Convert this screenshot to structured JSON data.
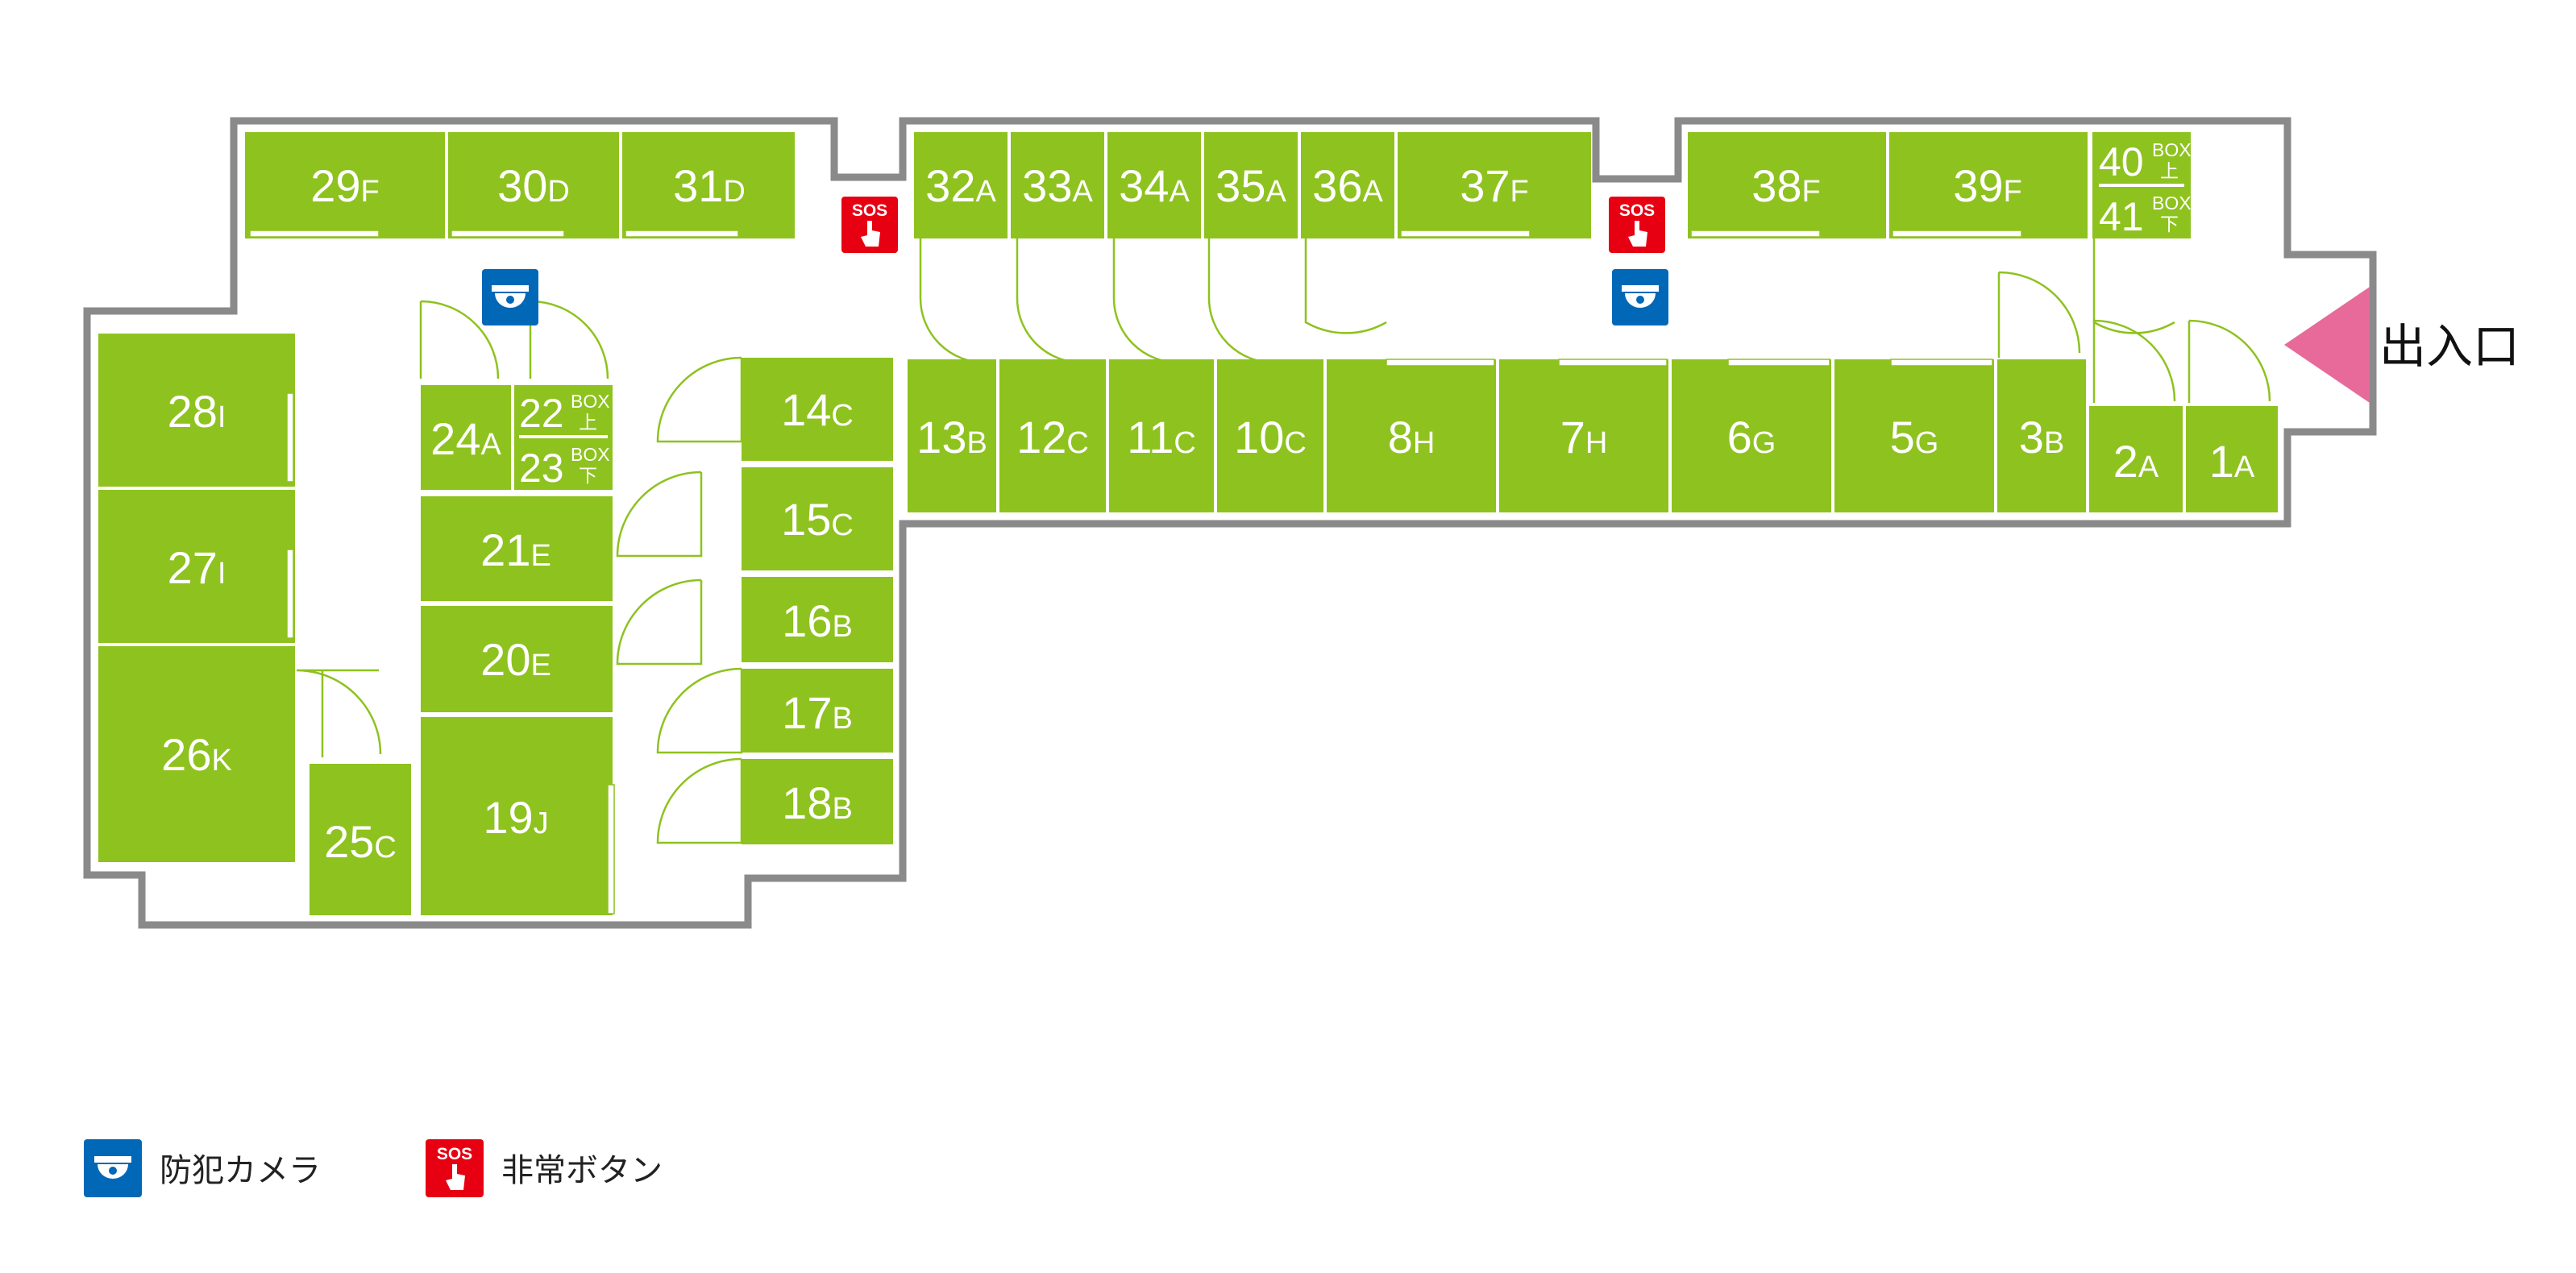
{
  "floor_plan": {
    "entrance_label": "出入口",
    "units": [
      {
        "id": "29",
        "cls": "F"
      },
      {
        "id": "30",
        "cls": "D"
      },
      {
        "id": "31",
        "cls": "D"
      },
      {
        "id": "32",
        "cls": "A"
      },
      {
        "id": "33",
        "cls": "A"
      },
      {
        "id": "34",
        "cls": "A"
      },
      {
        "id": "35",
        "cls": "A"
      },
      {
        "id": "36",
        "cls": "A"
      },
      {
        "id": "37",
        "cls": "F"
      },
      {
        "id": "38",
        "cls": "F"
      },
      {
        "id": "39",
        "cls": "F"
      },
      {
        "id": "28",
        "cls": "I"
      },
      {
        "id": "27",
        "cls": "I"
      },
      {
        "id": "26",
        "cls": "K"
      },
      {
        "id": "25",
        "cls": "C"
      },
      {
        "id": "24",
        "cls": "A"
      },
      {
        "id": "21",
        "cls": "E"
      },
      {
        "id": "20",
        "cls": "E"
      },
      {
        "id": "19",
        "cls": "J"
      },
      {
        "id": "14",
        "cls": "C"
      },
      {
        "id": "15",
        "cls": "C"
      },
      {
        "id": "16",
        "cls": "B"
      },
      {
        "id": "17",
        "cls": "B"
      },
      {
        "id": "18",
        "cls": "B"
      },
      {
        "id": "13",
        "cls": "B"
      },
      {
        "id": "12",
        "cls": "C"
      },
      {
        "id": "11",
        "cls": "C"
      },
      {
        "id": "10",
        "cls": "C"
      },
      {
        "id": "8",
        "cls": "H"
      },
      {
        "id": "7",
        "cls": "H"
      },
      {
        "id": "6",
        "cls": "G"
      },
      {
        "id": "5",
        "cls": "G"
      },
      {
        "id": "3",
        "cls": "B"
      },
      {
        "id": "2",
        "cls": "A"
      },
      {
        "id": "1",
        "cls": "A"
      }
    ],
    "box_units": [
      {
        "upper": "22",
        "lower": "23",
        "box": "BOX",
        "upper_sub": "上",
        "lower_sub": "下"
      },
      {
        "upper": "40",
        "lower": "41",
        "box": "BOX",
        "upper_sub": "上",
        "lower_sub": "下"
      }
    ],
    "sos_text": "SOS"
  },
  "legend": {
    "camera_label": "防犯カメラ",
    "sos_label": "非常ボタン"
  },
  "colors": {
    "unit": "#8ec21f",
    "wall": "#8a8a8a",
    "camera": "#0068b7",
    "sos": "#e60012",
    "entrance": "#e86a9a"
  },
  "icons": [
    "security-camera-icon",
    "sos-button-icon",
    "entrance-arrow-icon"
  ]
}
